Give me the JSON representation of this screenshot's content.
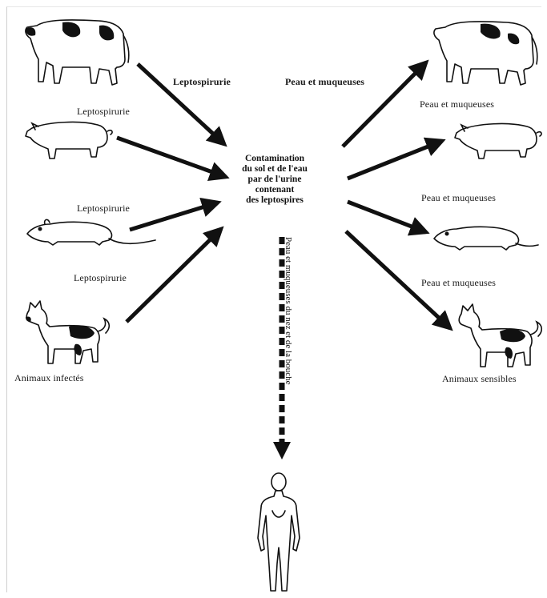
{
  "center": {
    "line1": "Contamination",
    "line2": "du sol et de l'eau",
    "line3": "par de l'urine",
    "line4": "contenant",
    "line5": "des leptospires"
  },
  "left_labels": {
    "cow": "Leptospirurie",
    "pig": "Leptospirurie",
    "rat": "Leptospirurie",
    "dog": "Leptospirurie",
    "caption": "Animaux infectés"
  },
  "right_labels": {
    "cow": "Peau et muqueuses",
    "pig": "Peau et muqueuses",
    "rat": "Peau et muqueuses",
    "dog": "Peau et muqueuses",
    "caption": "Animaux sensibles"
  },
  "human_route": "Peau et muqueuses du nez et de la bouche"
}
